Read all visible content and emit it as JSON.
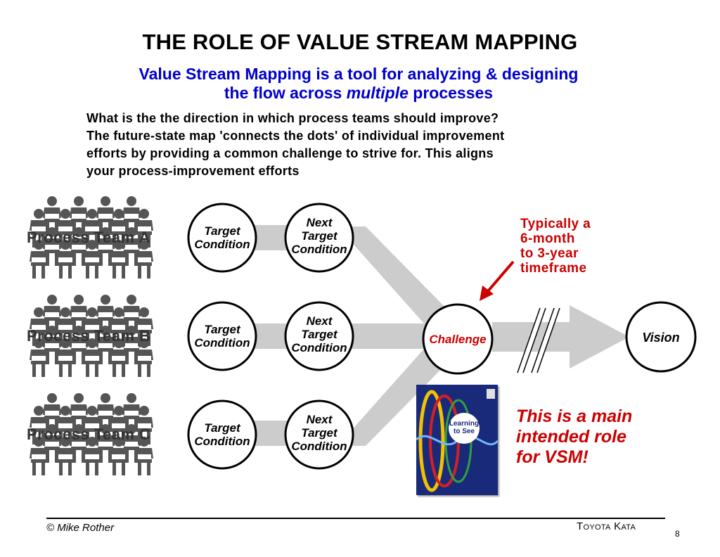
{
  "title": "THE ROLE OF VALUE STREAM MAPPING",
  "subtitle": {
    "line1": "Value Stream Mapping is a tool for analyzing & designing",
    "line2_before": "the flow across ",
    "line2_emphasis": "multiple",
    "line2_after": " processes"
  },
  "body_lines": [
    "What is the the direction in which process teams should improve?",
    "The future-state map 'connects the dots' of individual improvement",
    "efforts by providing a common challenge to strive for.  This aligns",
    "your  process-improvement  efforts"
  ],
  "teams": [
    {
      "label": "Process Team A",
      "target_line1": "Target",
      "target_line2": "Condition",
      "next_line1": "Next",
      "next_line2": "Target",
      "next_line3": "Condition"
    },
    {
      "label": "Process Team B",
      "target_line1": "Target",
      "target_line2": "Condition",
      "next_line1": "Next",
      "next_line2": "Target",
      "next_line3": "Condition"
    },
    {
      "label": "Process Team C",
      "target_line1": "Target",
      "target_line2": "Condition",
      "next_line1": "Next",
      "next_line2": "Target",
      "next_line3": "Condition"
    }
  ],
  "challenge": "Challenge",
  "vision": "Vision",
  "timeframe_lines": [
    "Typically a",
    "6-month",
    "to 3-year",
    "timeframe"
  ],
  "book": {
    "title_line1": "Learning",
    "title_line2": "to See"
  },
  "vsm_note_lines": [
    "This is a main",
    "intended role",
    "for VSM!"
  ],
  "footer": {
    "left": "© Mike Rother",
    "right_first": "T",
    "right_small": "OYOTA",
    "right_first2": "K",
    "right_small2": "ATA",
    "page": "8"
  },
  "colors": {
    "subtitle": "#0000cc",
    "accent_red": "#cc0000",
    "arrow_gray": "#cccccc",
    "silhouette": "#555555"
  }
}
